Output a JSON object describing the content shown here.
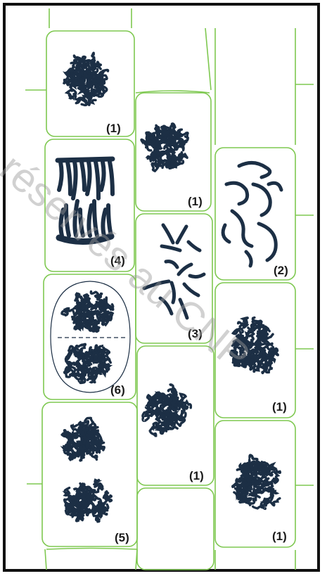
{
  "colors": {
    "cell_wall": "#7ec850",
    "chromatin": "#1c2f45",
    "frame": "#111111",
    "watermark": "#9a9a9a"
  },
  "cells": [
    {
      "id": "col1-cell1",
      "label": "(1)",
      "content": "interphase nucleus"
    },
    {
      "id": "col1-cell2",
      "label": "(4)",
      "content": "anaphase chromosomes"
    },
    {
      "id": "col1-cell3",
      "label": "(6)",
      "content": "telophase with forming cell plate"
    },
    {
      "id": "col1-cell4",
      "label": "(5)",
      "content": "two daughter nuclei"
    },
    {
      "id": "col2-cell1",
      "label": "(1)",
      "content": "interphase nucleus"
    },
    {
      "id": "col2-cell2",
      "label": "(3)",
      "content": "metaphase chromosomes"
    },
    {
      "id": "col2-cell3",
      "label": "(1)",
      "content": "interphase nucleus"
    },
    {
      "id": "col3-cell1",
      "label": "(2)",
      "content": "prophase chromosomes"
    },
    {
      "id": "col3-cell2",
      "label": "(1)",
      "content": "interphase nucleus"
    },
    {
      "id": "col3-cell3",
      "label": "(1)",
      "content": "interphase nucleus"
    }
  ],
  "watermark": "réservés au CNP"
}
